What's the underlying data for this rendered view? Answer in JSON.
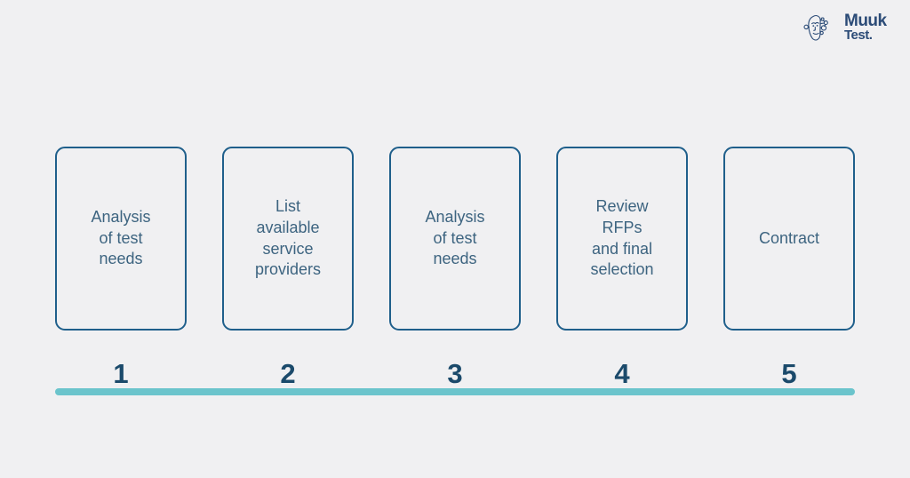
{
  "brand": {
    "logo_icon": "muuktest-face-icon",
    "name_line1": "Muuk",
    "name_line2": "Test."
  },
  "colors": {
    "background": "#f0f0f2",
    "card_border": "#1f5f8b",
    "card_text": "#3d6480",
    "number": "#1b4a6b",
    "timeline": "#6bc4cc",
    "logo_text": "#2b4b77"
  },
  "process": {
    "steps": [
      {
        "number": "1",
        "label": "Analysis\nof test\nneeds"
      },
      {
        "number": "2",
        "label": "List\navailable\nservice\nproviders"
      },
      {
        "number": "3",
        "label": "Analysis\nof test\nneeds"
      },
      {
        "number": "4",
        "label": "Review\nRFPs\nand final\nselection"
      },
      {
        "number": "5",
        "label": "Contract"
      }
    ]
  }
}
